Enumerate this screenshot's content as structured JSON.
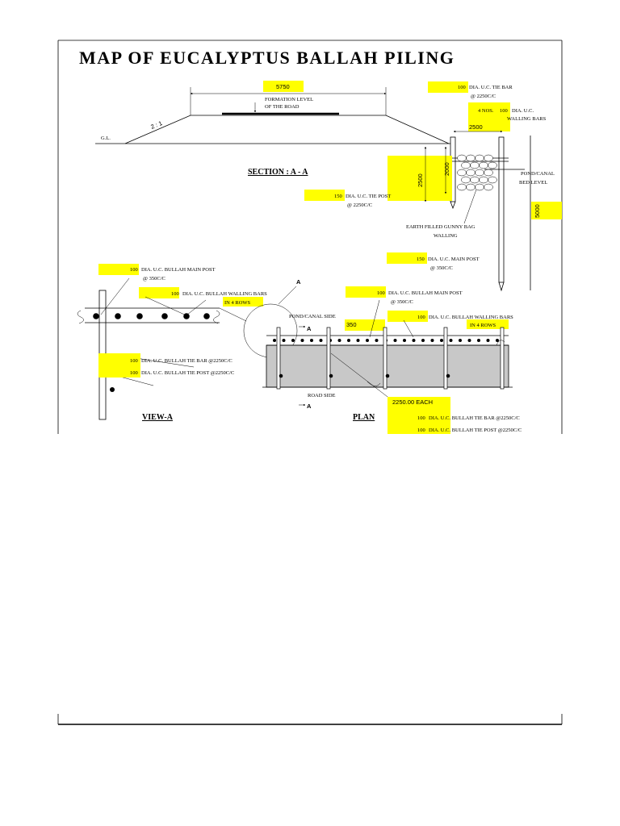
{
  "title": "MAP  OF  EUCALYPTUS  BALLAH  PILING",
  "section_aa": {
    "heading": "SECTION : A - A",
    "road_width": "5750",
    "formation_level_1": "FORMATION LEVEL",
    "formation_level_2": "OF THE ROAD",
    "slope": "2 : 1",
    "gl": "G.L.",
    "tie_bar_dia": "100",
    "tie_bar_text": "DIA. U.C. TIE BAR",
    "tie_bar_spacing": "@ 2250C/C",
    "walling_nos": "4 NOS.",
    "walling_dia": "100",
    "walling_text_1": "DIA. U.C.",
    "walling_text_2": "WALLING BARS",
    "width_2500": "2500",
    "depth_2500": "2500",
    "depth_2000": "2000",
    "pond_bed_1": "POND/CANAL",
    "pond_bed_2": "BED LEVEL",
    "tie_post_dia": "150",
    "tie_post_text": "DIA. U.C. TIE POST",
    "tie_post_spacing": "@ 2250C/C",
    "pile_length": "5000",
    "gunny_1": "EARTH FILLED GUNNY BAG",
    "gunny_2": "WALLING",
    "main_post_dia": "150",
    "main_post_text": "DIA. U.C. MAIN POST",
    "main_post_spacing": "@ 350C/C"
  },
  "view_a": {
    "heading": "VIEW-A",
    "main_post_dia": "100",
    "main_post_text": "DIA. U.C. BULLAH MAIN POST",
    "main_post_spacing": "@ 350C/C",
    "walling_dia": "100",
    "walling_text": "DIA. U.C. BULLAH WALLING BARS",
    "walling_rows": "IN 4 ROWS",
    "tie_bar_dia": "100",
    "tie_bar_text": "DIA. U.C. BULLAH TIE BAR @2250C/C",
    "tie_post_dia": "100",
    "tie_post_text": "DIA. U.C. BULLAH TIE POST @2250C/C",
    "marker": "A"
  },
  "plan": {
    "heading": "PLAN",
    "main_post_dia": "100",
    "main_post_text": "DIA. U.C. BULLAH MAIN POST",
    "main_post_spacing": "@ 350C/C",
    "pond_side": "POND/CANAL SIDE",
    "section_mark_top": "A",
    "section_mark_bottom": "A",
    "spacing_350": "350",
    "walling_dia": "100",
    "walling_text": "DIA. U.C. BULLAH WALLING BARS",
    "walling_rows": "IN 4 ROWS",
    "road_side": "ROAD SIDE",
    "each": "2250.00 EACH",
    "tie_bar_dia": "100",
    "tie_bar_text": "DIA. U.C. BULLAH TIE BAR @2250C/C",
    "tie_post_dia": "100",
    "tie_post_text": "DIA. U.C. BULLAH TIE POST @2250C/C"
  },
  "colors": {
    "highlight": "#ffff00",
    "plan_fill": "#c8c8c8",
    "ink": "#000000"
  }
}
